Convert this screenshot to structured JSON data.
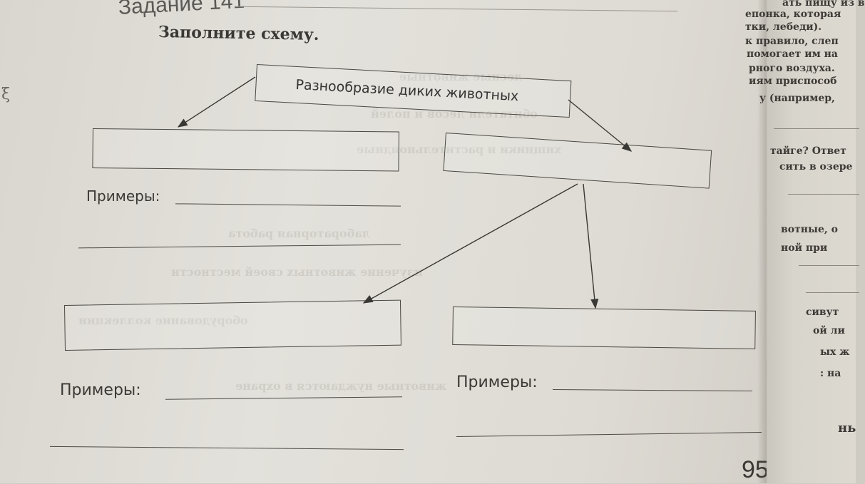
{
  "task_title": "Задание 141",
  "instruction": "Заполните схему.",
  "schema": {
    "root_label": "Разнообразие диких животных",
    "examples_label": "Примеры:"
  },
  "page_number": "95",
  "right_page": {
    "lines": [
      "ать пищу из в",
      "епонка, которая",
      "тки, лебеди).",
      "к правило, слеп",
      "помогает им на",
      "рного воздуха.",
      "иям приспособ",
      "у (например,",
      "тайге? Ответ",
      "сить в озере",
      "вотные, о",
      "ной при",
      "сивут",
      "ой ли",
      "ых ж",
      ": на",
      "нь"
    ]
  }
}
